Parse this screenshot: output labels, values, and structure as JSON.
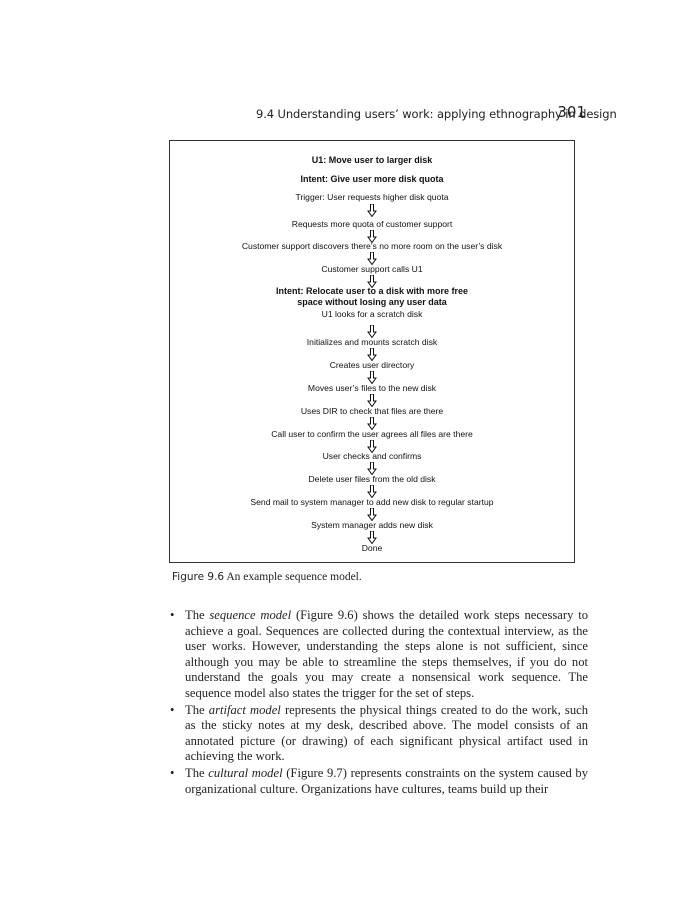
{
  "running_head": {
    "title": "9.4  Understanding users’ work: applying ethnography in design",
    "page_number": "301"
  },
  "figure": {
    "lines": [
      {
        "text": "U1: Move user to larger disk",
        "bold": true
      },
      {
        "text": "Intent: Give user more disk quota",
        "bold": true
      },
      {
        "text": "Trigger: User requests higher disk quota",
        "bold": false
      },
      {
        "text": "Requests more quota of customer support",
        "bold": false
      },
      {
        "text": "Customer support discovers there’s no more room on the user’s disk",
        "bold": false
      },
      {
        "text": "Customer support calls U1",
        "bold": false
      },
      {
        "text": "Intent: Relocate user to a disk with more free",
        "bold": true
      },
      {
        "text": "space without losing any user data",
        "bold": true
      },
      {
        "text": "U1 looks for a scratch disk",
        "bold": false
      },
      {
        "text": "Initializes and mounts scratch disk",
        "bold": false
      },
      {
        "text": "Creates user directory",
        "bold": false
      },
      {
        "text": "Moves user’s files to the new disk",
        "bold": false
      },
      {
        "text": "Uses DIR to check that files are there",
        "bold": false
      },
      {
        "text": "Call user to confirm the user agrees all files are there",
        "bold": false
      },
      {
        "text": "User checks and confirms",
        "bold": false
      },
      {
        "text": "Delete user files from the old disk",
        "bold": false
      },
      {
        "text": "Send mail to system manager to add new disk to regular startup",
        "bold": false
      },
      {
        "text": "System manager adds new disk",
        "bold": false
      },
      {
        "text": "Done",
        "bold": false
      }
    ]
  },
  "caption": {
    "label": "Figure 9.6",
    "text": "An example sequence model."
  },
  "bullets": [
    {
      "pre": "The ",
      "term": "sequence model",
      "post": " (Figure 9.6) shows the detailed work steps necessary to achieve a goal. Sequences are collected during the contextual interview, as the user works. However, understanding the steps alone is not sufficient, since although you may be able to streamline the steps themselves, if you do not understand the goals you may create a nonsensical work sequence. The sequence model also states the trigger for the set of steps."
    },
    {
      "pre": "The ",
      "term": "artifact model",
      "post": " represents the physical things created to do the work, such as the sticky notes at my desk, described above. The model consists of an annotated picture (or drawing) of each significant physical artifact used in achieving the work."
    },
    {
      "pre": "The ",
      "term": "cultural model",
      "post": " (Figure 9.7) represents constraints on the system caused by organizational culture. Organizations have cultures, teams build up their"
    }
  ]
}
